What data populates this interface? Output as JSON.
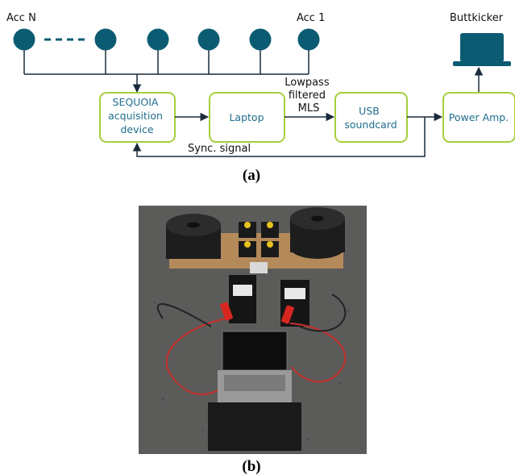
{
  "diagram": {
    "sensors": {
      "left_label": "Acc N",
      "right_label": "Acc 1"
    },
    "blocks": {
      "sequoia": [
        "SEQUOIA",
        "acquisition",
        "device"
      ],
      "laptop": "Laptop",
      "usb": [
        "USB",
        "soundcard"
      ],
      "power_amp": "Power Amp."
    },
    "edge_labels": {
      "mls": [
        "Lowpass",
        "filtered",
        "MLS"
      ],
      "sync": "Sync. signal"
    },
    "buttkicker_label": "Buttkicker",
    "caption_a": "(a)"
  },
  "photo": {
    "caption_b": "(b)"
  },
  "colors": {
    "sensor_fill": "#0b5c72",
    "box_stroke": "#a6cf3a",
    "box_text": "#1f6e8c",
    "line": "#1a2a3a"
  }
}
